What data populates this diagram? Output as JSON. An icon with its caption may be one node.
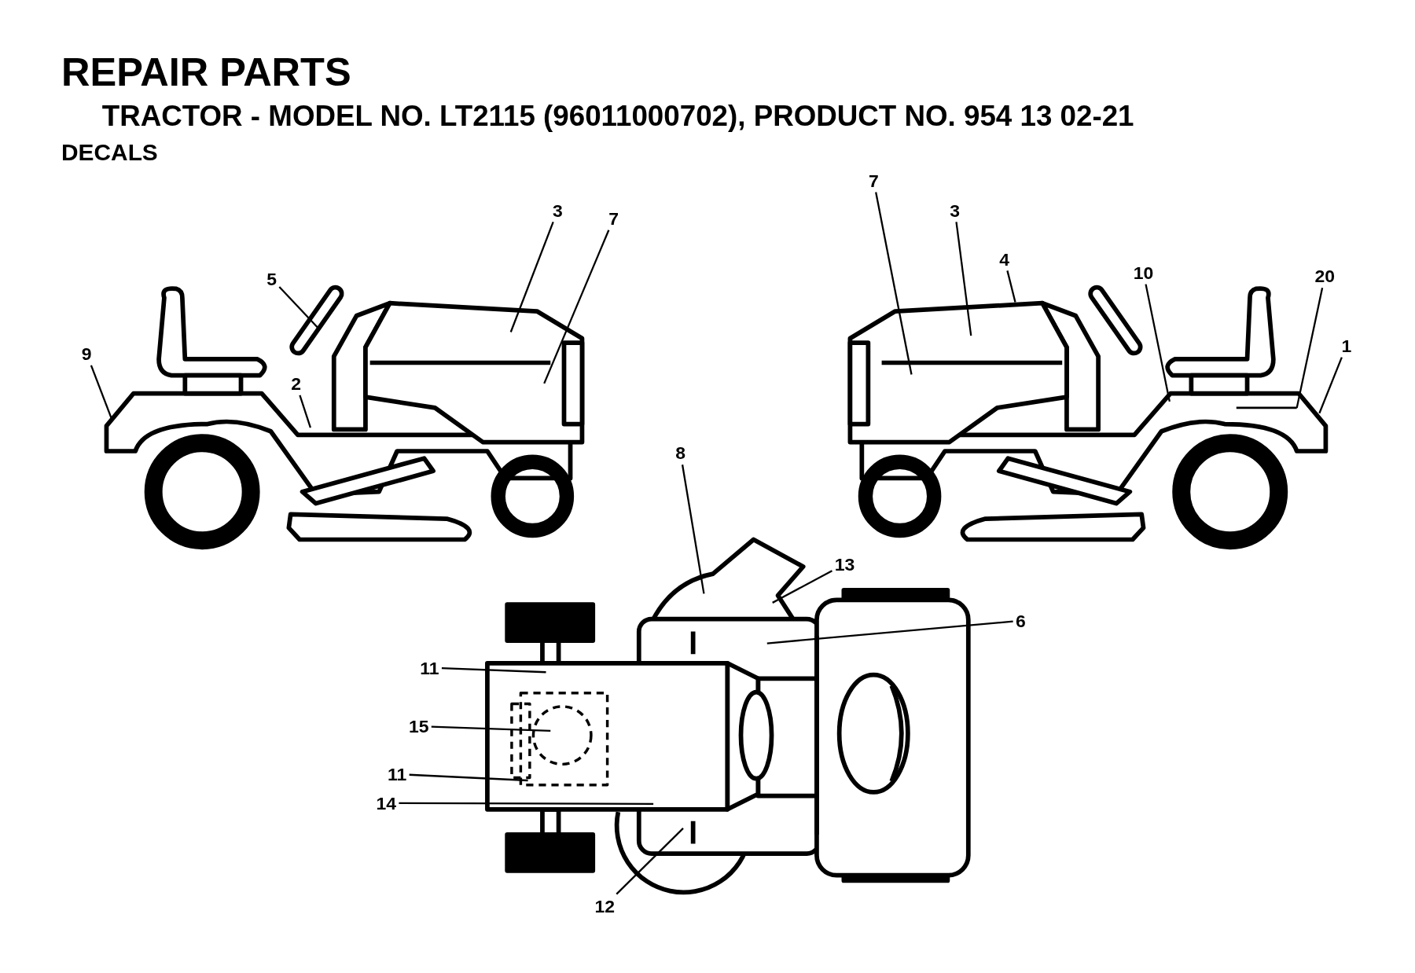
{
  "diagram": {
    "title": "REPAIR PARTS",
    "labels": [
      "TRACTOR - MODEL NO. LT2115 (96011000702), PRODUCT NO. 954 13 02-21",
      "DECALS"
    ],
    "nodes": [
      {
        "text": [
          "7"
        ]
      },
      {
        "text": [
          "3"
        ]
      },
      {
        "text": [
          "3"
        ]
      },
      {
        "text": [
          "7"
        ]
      },
      {
        "text": [
          "4"
        ]
      },
      {
        "text": [
          "5"
        ]
      },
      {
        "text": [
          "10"
        ]
      },
      {
        "text": [
          "20"
        ]
      },
      {
        "text": [
          "9"
        ]
      },
      {
        "text": [
          "1"
        ]
      },
      {
        "text": [
          "2"
        ]
      },
      {
        "text": [
          "8"
        ]
      },
      {
        "text": [
          "13"
        ]
      },
      {
        "text": [
          "6"
        ]
      },
      {
        "text": [
          "11"
        ]
      },
      {
        "text": [
          "15"
        ]
      },
      {
        "text": [
          "11"
        ]
      },
      {
        "text": [
          "14"
        ]
      },
      {
        "text": [
          "12"
        ]
      }
    ],
    "edges": [
      {
        "from": 0,
        "to": null,
        "arrow": "none"
      },
      {
        "from": 1,
        "to": null,
        "arrow": "none"
      },
      {
        "from": 2,
        "to": null,
        "arrow": "none"
      },
      {
        "from": 3,
        "to": null,
        "arrow": "none"
      },
      {
        "from": 4,
        "to": null,
        "arrow": "none"
      },
      {
        "from": 5,
        "to": null,
        "arrow": "none"
      },
      {
        "from": 6,
        "to": null,
        "arrow": "none"
      },
      {
        "from": 7,
        "to": null,
        "arrow": "none"
      },
      {
        "from": 8,
        "to": null,
        "arrow": "none"
      },
      {
        "from": 9,
        "to": null,
        "arrow": "none"
      },
      {
        "from": 10,
        "to": null,
        "arrow": "none"
      },
      {
        "from": 11,
        "to": null,
        "arrow": "none"
      },
      {
        "from": 12,
        "to": null,
        "arrow": "none"
      },
      {
        "from": 13,
        "to": null,
        "arrow": "none"
      },
      {
        "from": 14,
        "to": null,
        "arrow": "none"
      },
      {
        "from": 15,
        "to": null,
        "arrow": "none"
      },
      {
        "from": 16,
        "to": null,
        "arrow": "none"
      },
      {
        "from": 17,
        "to": null,
        "arrow": "none"
      },
      {
        "from": 18,
        "to": null,
        "arrow": "none"
      }
    ]
  }
}
